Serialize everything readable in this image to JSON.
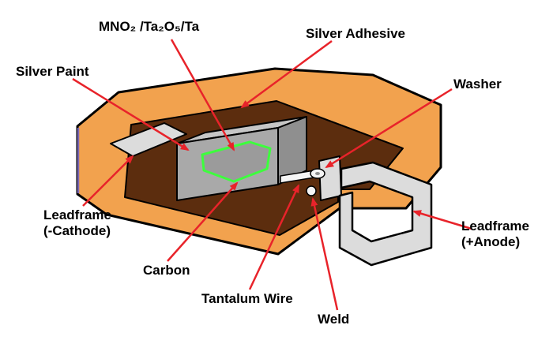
{
  "figure": {
    "labels": {
      "mno2": "MNO₂ /Ta₂O₅/Ta",
      "silver_adhesive": "Silver Adhesive",
      "silver_paint": "Silver Paint",
      "washer": "Washer",
      "leadframe_cathode": "Leadframe\n(-Cathode)",
      "leadframe_anode": "Leadframe\n(+Anode)",
      "carbon": "Carbon",
      "tantalum_wire": "Tantalum Wire",
      "weld": "Weld"
    },
    "colors": {
      "background": "#FFFFFF",
      "case": "#F2A24E",
      "case_edge_highlight": "#7B68B5",
      "interior": "#5C2D0E",
      "pellet_top": "#C6C6C6",
      "pellet_front": "#A9A9A9",
      "pellet_side": "#8F8F8F",
      "cross_section_fill": "#9B9B9B",
      "cross_section_outline": "#3DFF3D",
      "leadframe": "#DCDCDC",
      "wire_white": "#F5F5F5",
      "arrow": "#E8232A",
      "outline": "#000000",
      "label_text": "#000000"
    }
  }
}
